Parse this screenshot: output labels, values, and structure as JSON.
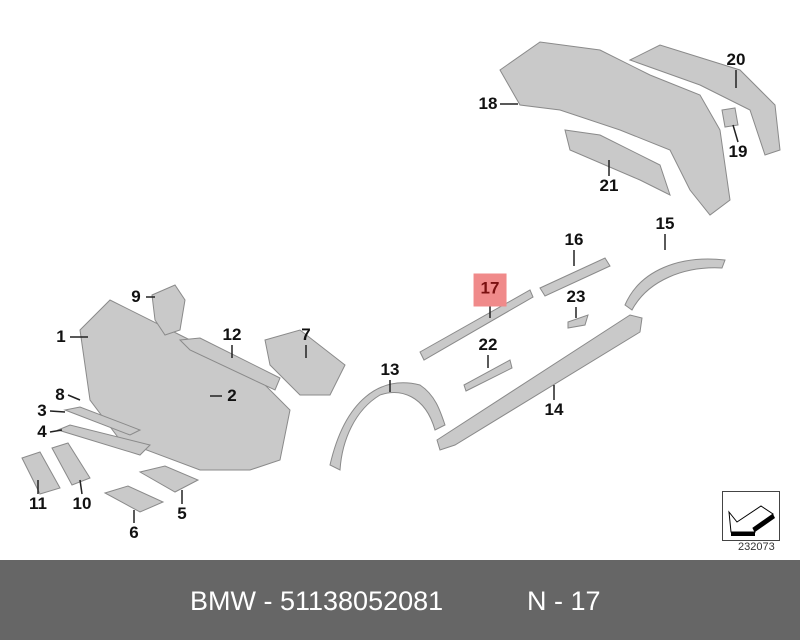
{
  "diagram": {
    "labels": {
      "l1": "1",
      "l2": "2",
      "l3": "3",
      "l4": "4",
      "l5": "5",
      "l6": "6",
      "l7": "7",
      "l8": "8",
      "l9": "9",
      "l10": "10",
      "l11": "11",
      "l12": "12",
      "l13": "13",
      "l14": "14",
      "l15": "15",
      "l16": "16",
      "l17": "17",
      "l18": "18",
      "l19": "19",
      "l20": "20",
      "l21": "21",
      "l22": "22",
      "l23": "23"
    },
    "highlighted": "17",
    "highlight_color": "#f08a8a",
    "reference_number": "232073"
  },
  "footer": {
    "part_number": "BMW - 51138052081",
    "position": "N - 17",
    "background": "#666666"
  }
}
